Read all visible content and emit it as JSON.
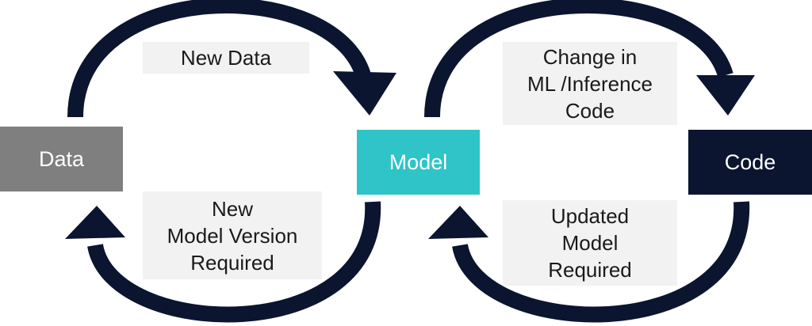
{
  "nodes": {
    "data": "Data",
    "model": "Model",
    "code": "Code"
  },
  "labels": {
    "new_data": "New Data",
    "new_model_version": "New\nModel Version\nRequired",
    "change_in_code": "Change in\nML /Inference\nCode",
    "updated_model": "Updated\nModel\nRequired"
  },
  "colors": {
    "arrow": "#0b1530",
    "data_box": "#7f7f7f",
    "model_box": "#2ec4c8",
    "code_box": "#0b1530",
    "label_bg": "#f2f2f2"
  }
}
